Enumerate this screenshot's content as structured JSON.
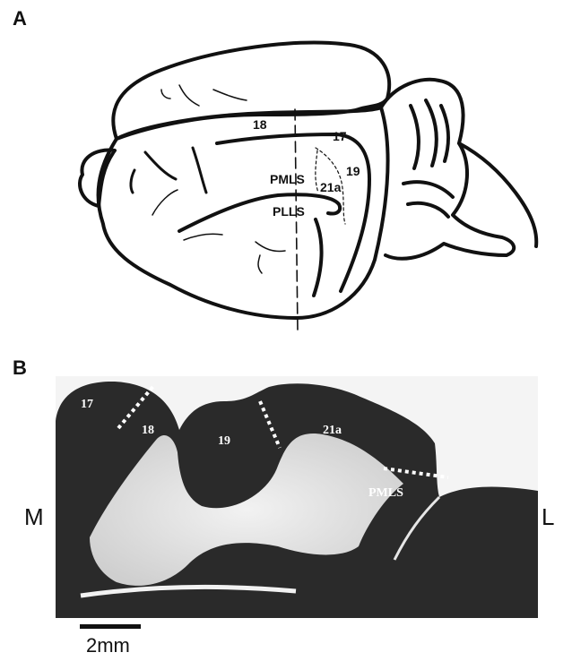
{
  "panels": {
    "a": {
      "letter": "A"
    },
    "b": {
      "letter": "B"
    }
  },
  "drawing": {
    "labels": {
      "area_18": "18",
      "area_17": "17",
      "area_19": "19",
      "pmls": "PMLS",
      "area_21a": "21a",
      "plls": "PLLS"
    }
  },
  "section": {
    "labels": {
      "area_17": "17",
      "area_18": "18",
      "area_19": "19",
      "area_21a": "21a",
      "pmls": "PMLS"
    },
    "side_left": "M",
    "side_right": "L"
  },
  "scale_bar": {
    "label": "2mm"
  },
  "colors": {
    "line": "#111111",
    "tissue_dark": "#2a2a2a",
    "white_matter": "#e4e4e4",
    "border_marker": "#ffffff"
  }
}
